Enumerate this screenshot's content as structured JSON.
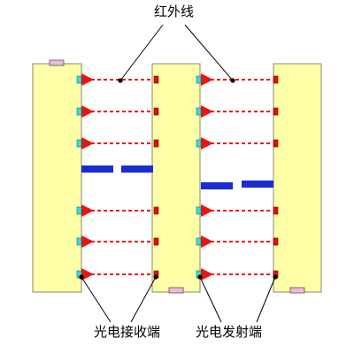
{
  "labels": {
    "infrared": "红外线",
    "receiver_end": "光电接收端",
    "emitter_end": "光电发射端"
  },
  "colors": {
    "panel_fill": "#ffffa8",
    "panel_stroke": "#8a8a6a",
    "cap_fill": "#f0b8dc",
    "receiver": "#33dede",
    "emitter": "#dd1111",
    "beam": "#ee1111",
    "obstacle": "#1a2ed0",
    "leader": "#000000"
  },
  "icons": {
    "receiver": "cyan-square-receiver-icon",
    "emitter": "red-square-emitter-icon",
    "beam": "dashed-arrow-left-icon",
    "obstacle": "blue-bar-obstacle"
  }
}
